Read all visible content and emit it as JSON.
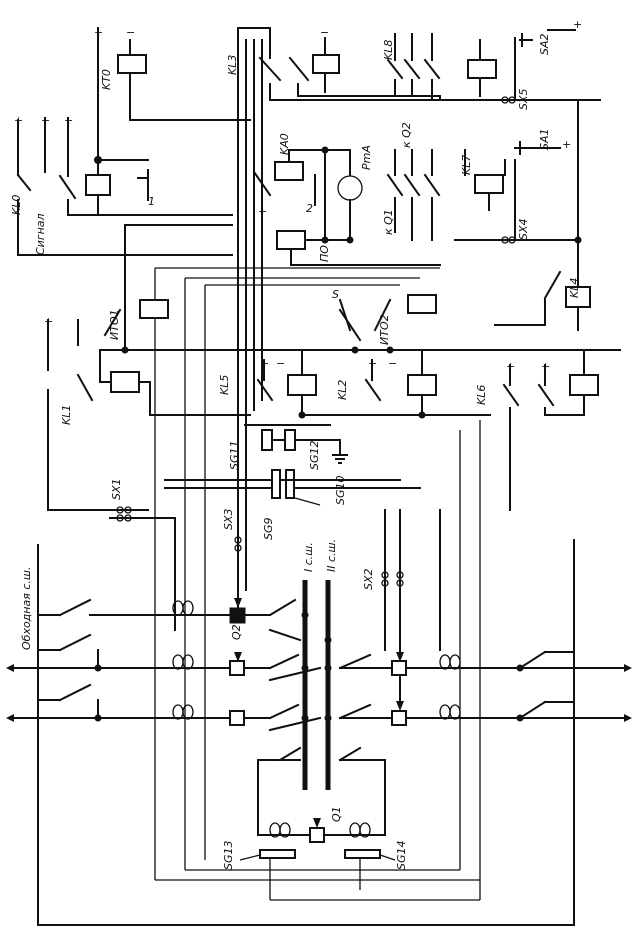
{
  "labels": {
    "kl0": "KL0",
    "signal": "Сигнал",
    "kt0": "KT0",
    "kl3": "KL3",
    "kl8": "KL8",
    "kq2": "к Q2",
    "sa2": "SA2",
    "sx5": "SX5",
    "ka0": "KA0",
    "pma": "PmA",
    "num2": "2",
    "num1": "1",
    "po": "ПО",
    "kq1": "к Q1",
    "kl7": "KL7",
    "sa1": "SA1",
    "sx4": "SX4",
    "kl4": "KL4",
    "ito1": "ИТО1",
    "ito2": "ИТО2",
    "s": "S",
    "kl1": "KL1",
    "kl5": "KL5",
    "kl2": "KL2",
    "kl6": "KL6",
    "sg11": "SG11",
    "sg12": "SG12",
    "sg10": "SG10",
    "sg9": "SG9",
    "sx1": "SX1",
    "sx3": "SX3",
    "sx2": "SX2",
    "bus1": "I с.ш.",
    "bus2": "II с.ш.",
    "bypass": "Обходная с.ш.",
    "q2": "Q2",
    "q1": "Q1",
    "sg13": "SG13",
    "sg14": "SG14",
    "plus": "+",
    "minus": "−"
  }
}
